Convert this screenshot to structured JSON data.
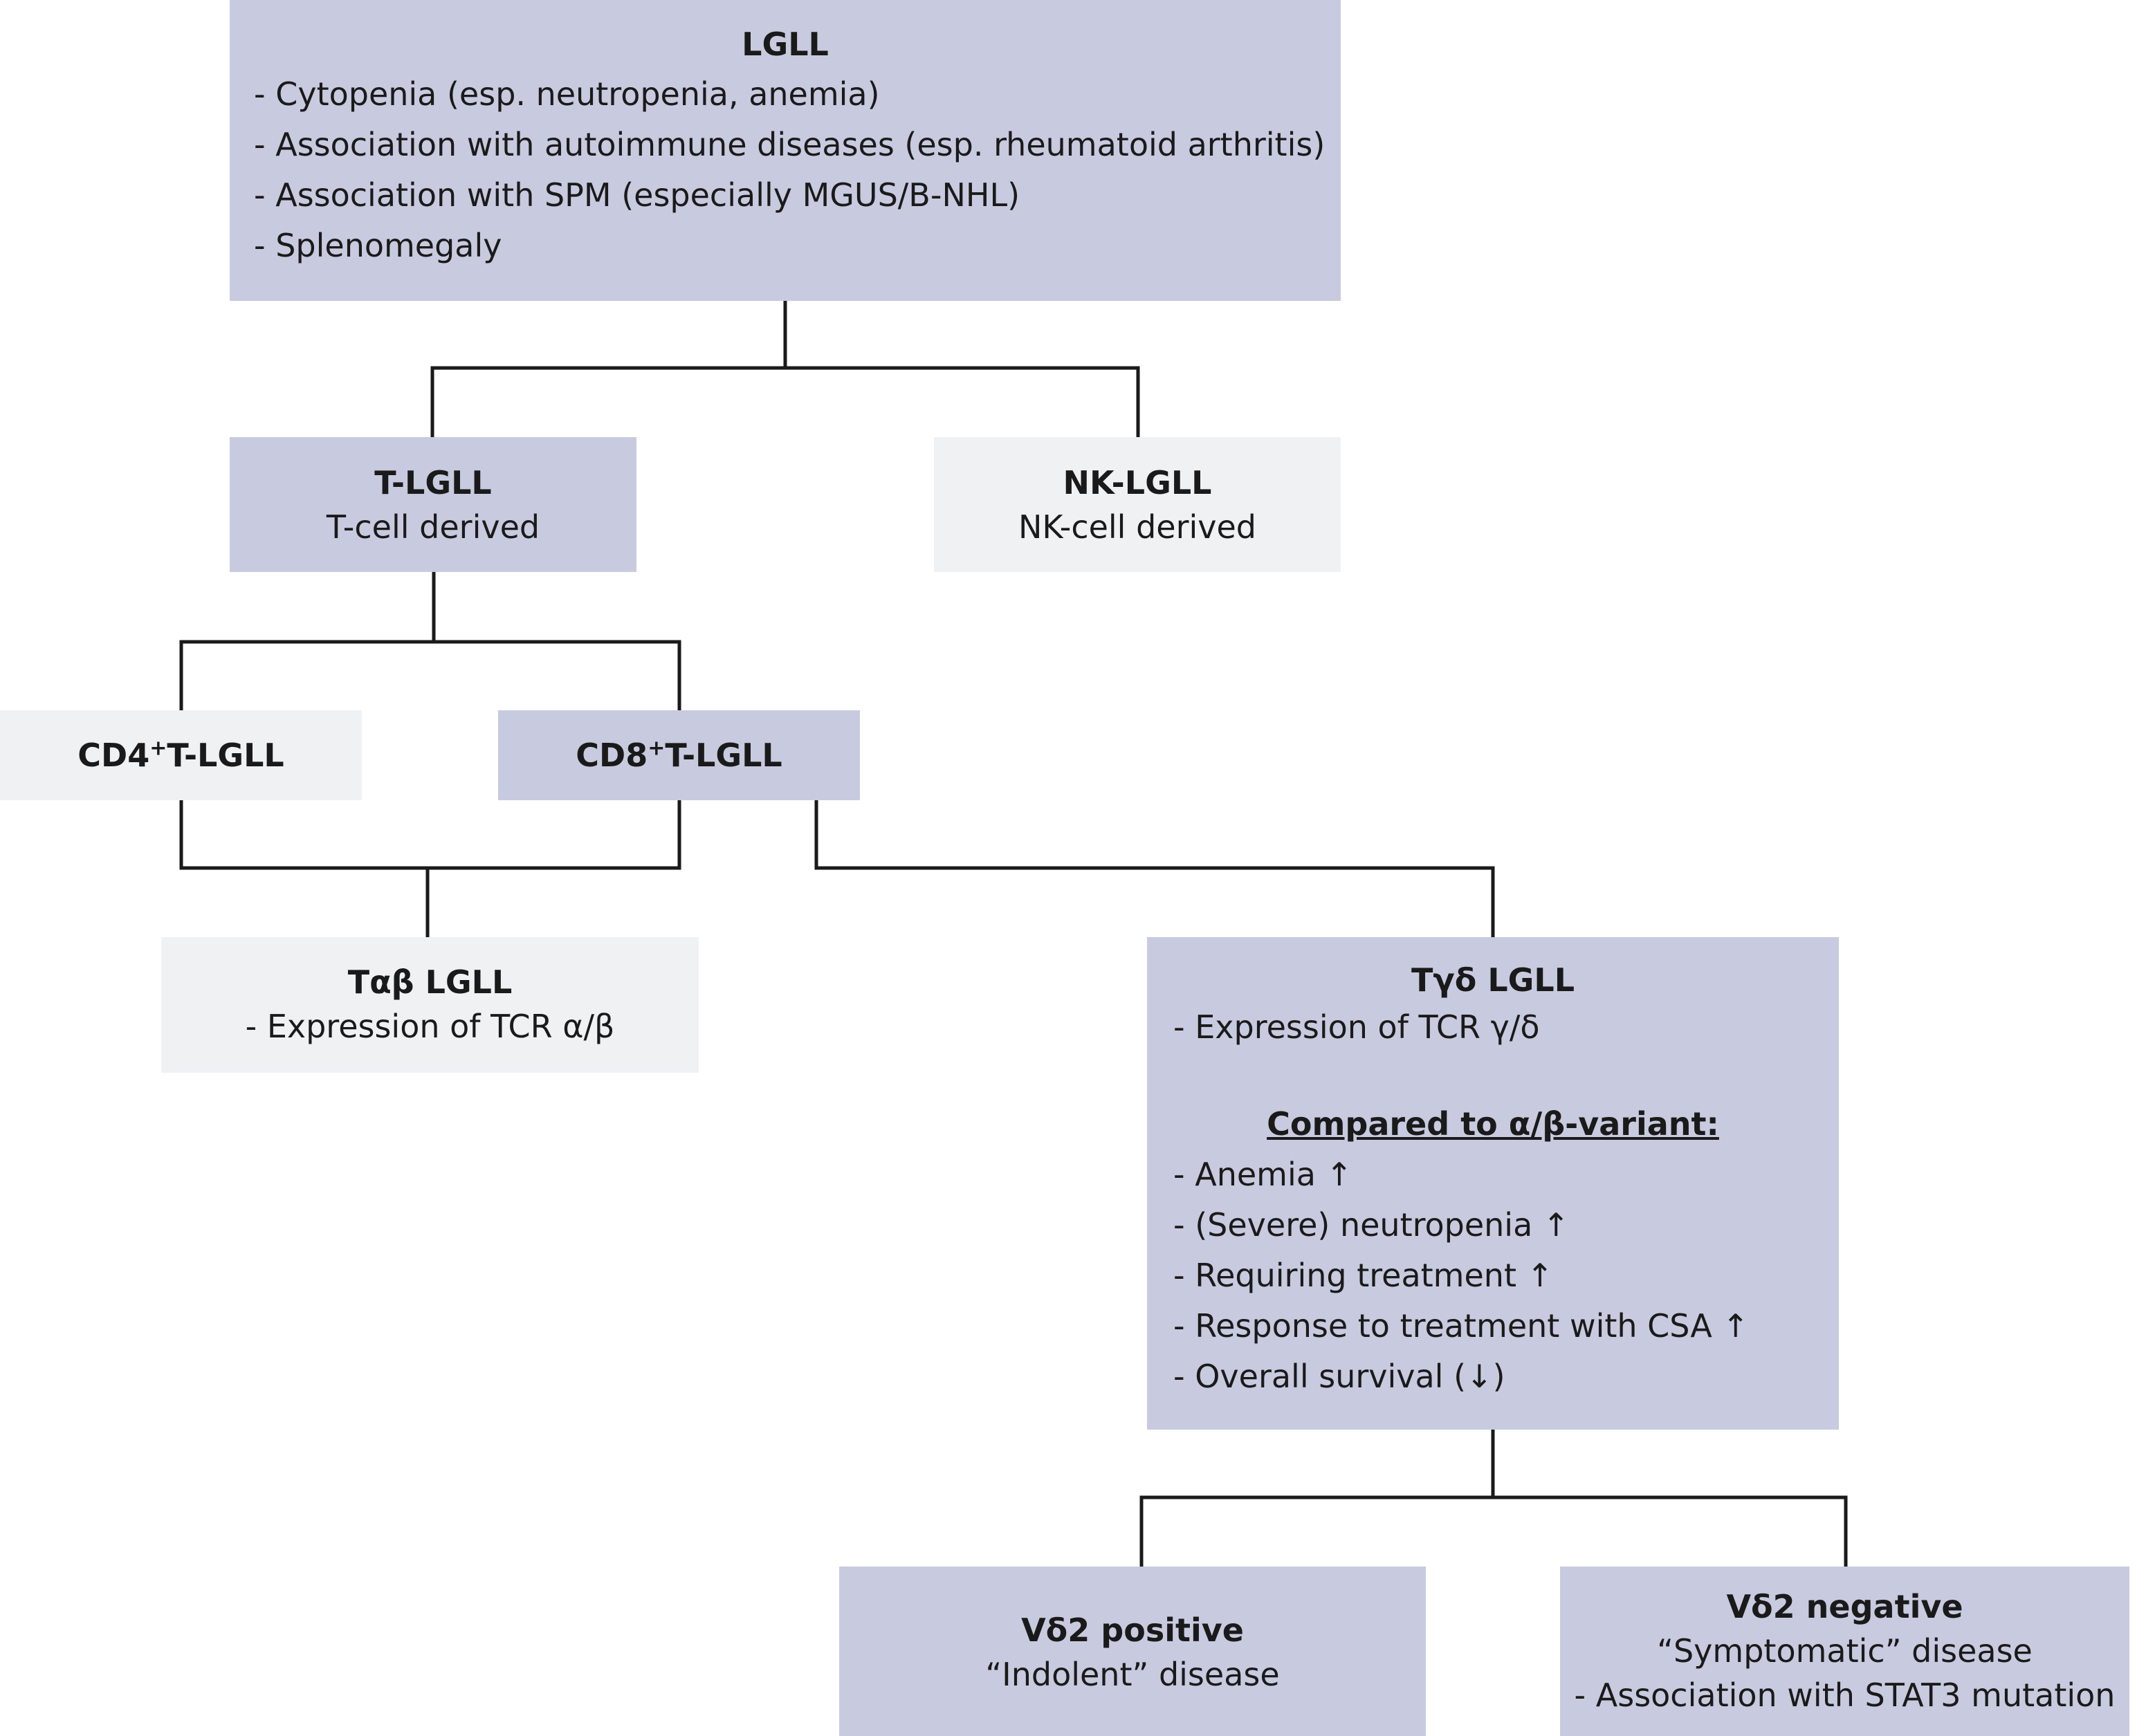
{
  "lgll": {
    "title": "LGLL",
    "items": [
      "- Cytopenia (esp. neutropenia, anemia)",
      "- Association with autoimmune diseases (esp. rheumatoid arthritis)",
      "- Association with SPM (especially MGUS/B-NHL)",
      "- Splenomegaly"
    ]
  },
  "tlgll": {
    "title": "T-LGLL",
    "subtitle": "T-cell derived"
  },
  "nklgll": {
    "title": "NK-LGLL",
    "subtitle": "NK-cell derived"
  },
  "cd4": {
    "prefix": "CD4",
    "sup": "+",
    "suffix": "T-LGLL"
  },
  "cd8": {
    "prefix": "CD8",
    "sup": "+",
    "suffix": "T-LGLL"
  },
  "tab": {
    "title": "Tαβ LGLL",
    "items": [
      "- Expression of TCR α/β"
    ]
  },
  "tgd": {
    "title": "Tγδ LGLL",
    "intro": "- Expression of TCR γ/δ",
    "heading": "Compared to α/β-variant:",
    "items": [
      "- Anemia ↑",
      "- (Severe) neutropenia ↑",
      "- Requiring treatment ↑",
      "- Response to treatment with CSA ↑",
      "- Overall survival (↓)"
    ]
  },
  "vd2pos": {
    "title": "Vδ2 positive",
    "subtitle": "“Indolent” disease"
  },
  "vd2neg": {
    "title": "Vδ2 negative",
    "subtitle": "“Symptomatic” disease",
    "extra": "- Association with STAT3 mutation"
  },
  "colors": {
    "dark_box": "#c8cadf",
    "light_box": "#f0f1f3",
    "line": "#1a1a1a"
  }
}
